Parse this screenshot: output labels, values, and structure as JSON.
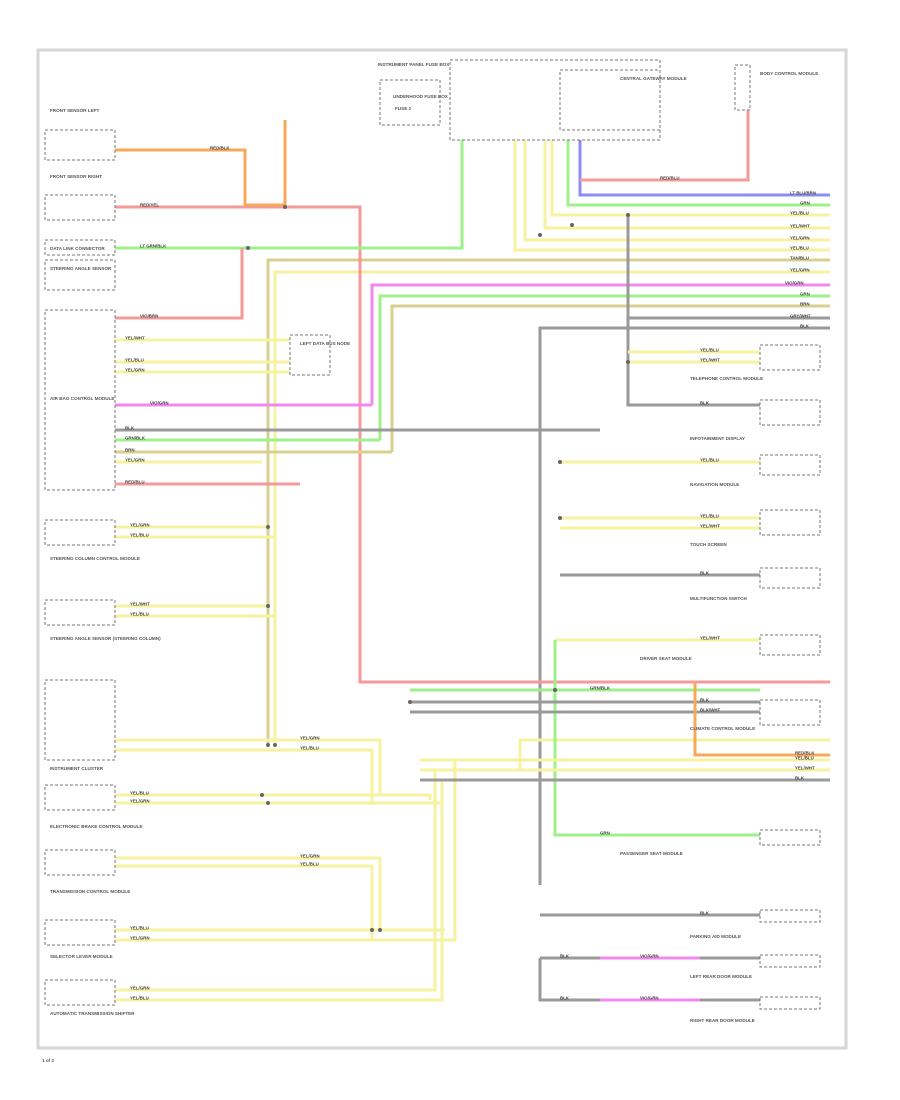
{
  "diagram": {
    "footer_code": "1 of 2",
    "colors": {
      "red": "#f59a9a",
      "orange": "#f7a95a",
      "green": "#9ef08a",
      "yellow": "#f6f2a0",
      "tan": "#d9cf8f",
      "magenta": "#f088f0",
      "blue": "#8c8cf5",
      "gray": "#9a9a9a"
    },
    "components": {
      "top_center_a": "INSTRUMENT PANEL FUSE BOX",
      "top_center_b": "UNDERHOOD FUSE BOX",
      "top_center_b_pin": "FUSE 2",
      "top_right_module": "CENTRAL GATEWAY MODULE",
      "top_far_right": "BODY CONTROL MODULE",
      "left_1": "FRONT SENSOR LEFT",
      "left_2": "FRONT SENSOR RIGHT",
      "left_3": "DATA LINK CONNECTOR",
      "left_3b": "STEERING ANGLE SENSOR",
      "left_4": "AIR BAG CONTROL MODULE",
      "left_5": "STEERING COLUMN CONTROL MODULE",
      "left_6": "STEERING ANGLE SENSOR (STEERING COLUMN)",
      "left_7": "INSTRUMENT CLUSTER",
      "left_8": "ELECTRONIC BRAKE CONTROL MODULE",
      "left_9": "TRANSMISSION CONTROL MODULE",
      "left_10": "SELECTOR LEVER MODULE",
      "left_11": "AUTOMATIC TRANSMISSION SHIFTER",
      "mid_1": "LEFT DATA BUS NODE",
      "right_1": "TELEPHONE CONTROL MODULE",
      "right_2": "INFOTAINMENT DISPLAY",
      "right_3": "NAVIGATION MODULE",
      "right_4": "TOUCH SCREEN",
      "right_5": "MULTIFUNCTION SWITCH",
      "right_6": "DRIVER SEAT MODULE",
      "right_7": "CLIMATE CONTROL MODULE",
      "right_8": "PASSENGER SEAT MODULE",
      "right_9": "PARKING AID MODULE",
      "right_10": "LEFT REAR DOOR MODULE",
      "right_11": "RIGHT REAR DOOR MODULE"
    },
    "wire_labels": [
      "LT BLU/BRN",
      "GRN",
      "YEL/BLU",
      "YEL/WHT",
      "YEL/GRN",
      "YEL/BLU",
      "TAN/BLU",
      "YEL/GRN",
      "VIO/GRN",
      "GRN",
      "BRN",
      "GRY/WHT",
      "BLK",
      "RED/YEL",
      "LT GRN/BLK",
      "YEL/BLU",
      "YEL/GRN",
      "RED/BLK",
      "VIO/BRN",
      "YEL/WHT",
      "GRN/BLK",
      "TAN/BLU",
      "YEL/GRN",
      "YEL/BLU",
      "YEL/WHT",
      "YEL/BLU",
      "YEL/GRN",
      "BLK",
      "BLK/WHT",
      "VIO/GRN",
      "RED/BLU"
    ]
  }
}
